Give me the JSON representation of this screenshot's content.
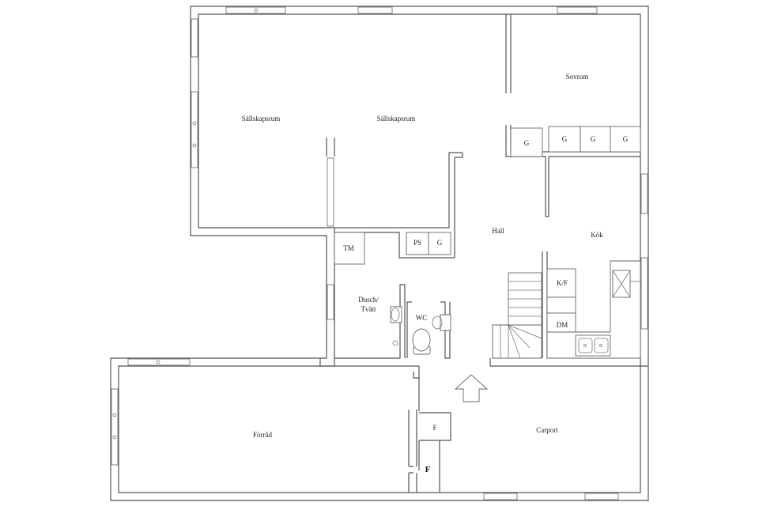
{
  "rooms": {
    "sallskapsrum_left": "Sällskapsrum",
    "sallskapsrum_right": "Sällskapsrum",
    "sovrum": "Sovrum",
    "hall": "Hall",
    "kok": "Kök",
    "tm": "TM",
    "ps": "PS",
    "dusch_line1": "Dusch/",
    "dusch_line2": "Tvätt",
    "wc": "WC",
    "forrad": "Förråd",
    "carport": "Carport",
    "kf": "K/F",
    "dm": "DM",
    "f_small": "F",
    "f_bold": "F"
  },
  "closets": {
    "g_hall_top": "G",
    "g_top_1": "G",
    "g_top_2": "G",
    "g_top_3": "G",
    "g_ps": "G"
  }
}
